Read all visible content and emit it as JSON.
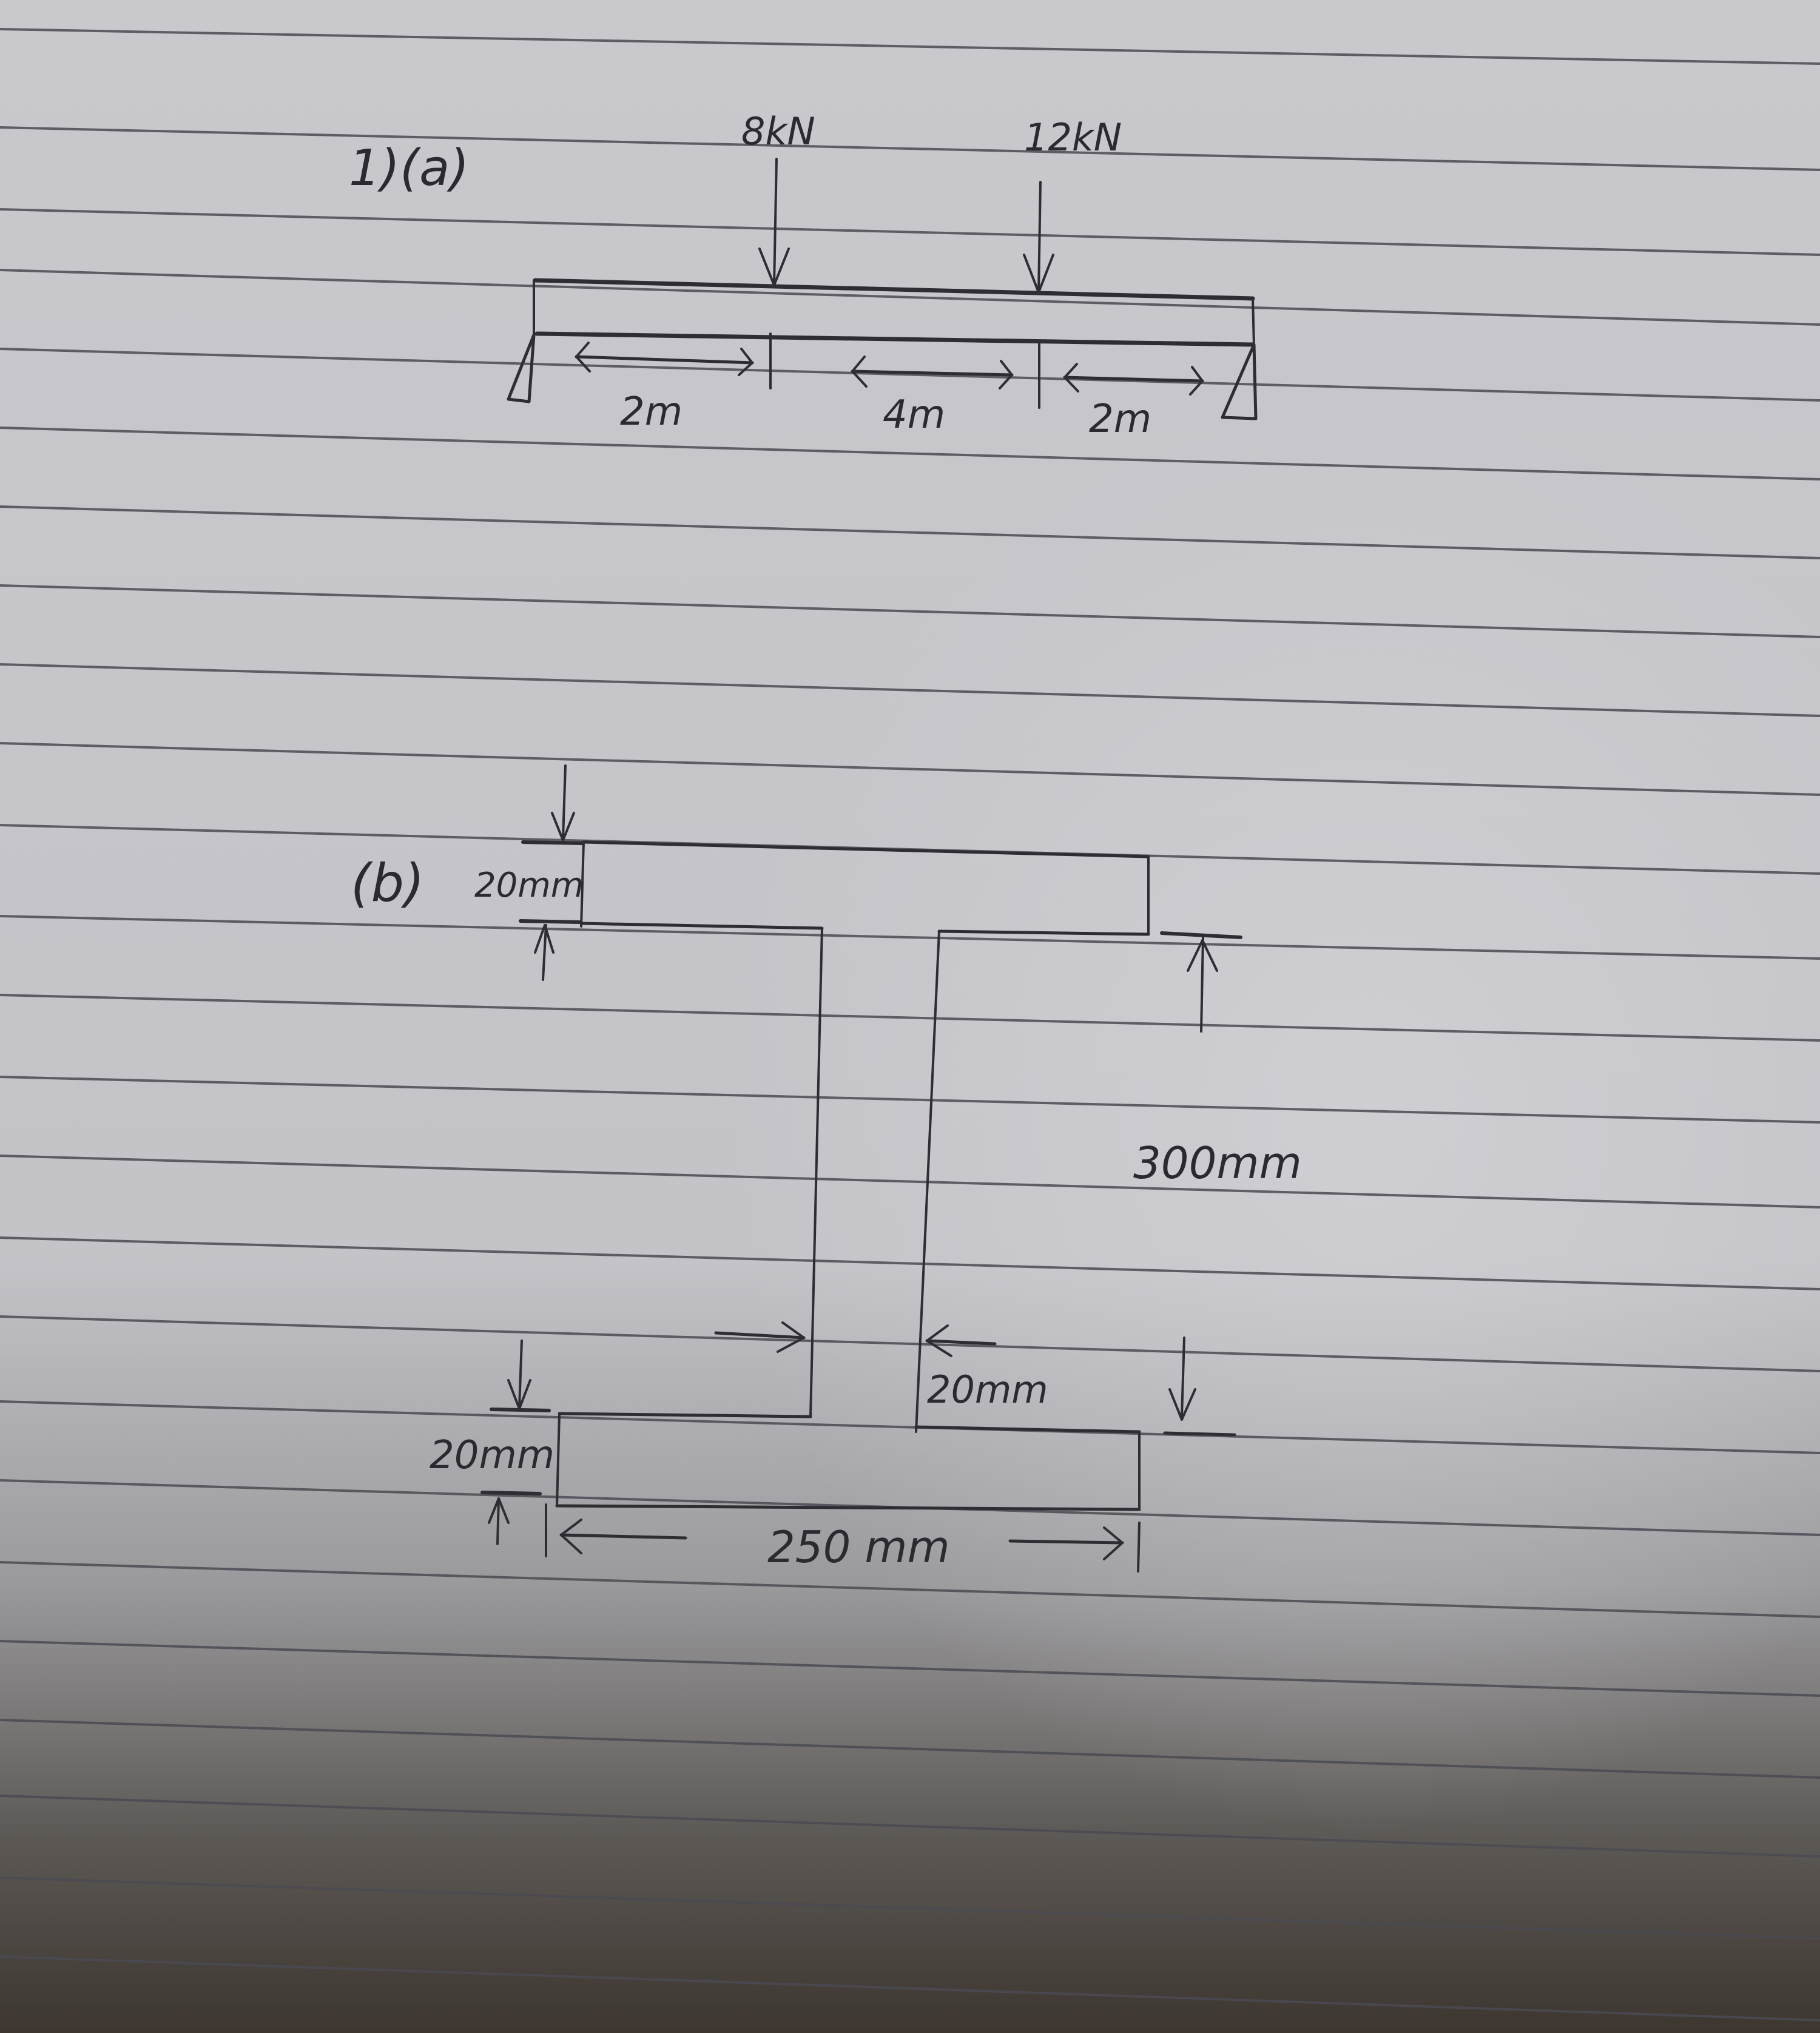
{
  "page": {
    "type": "lined notebook paper photo",
    "paper_color": "#c6c6cb",
    "shadow_color": "#3f3a33",
    "ink_color": "#2e2d33",
    "rule_color": "#4a4a52"
  },
  "part_a": {
    "label": "1)(a)",
    "loads": [
      {
        "label": "8kN",
        "position_from_left_m": 2
      },
      {
        "label": "12kN",
        "position_from_left_m": 6
      }
    ],
    "supports": [
      "left pin (triangle)",
      "right pin (triangle)"
    ],
    "spans": [
      {
        "label": "2m"
      },
      {
        "label": "4m"
      },
      {
        "label": "2m"
      }
    ]
  },
  "part_b": {
    "label": "(b)",
    "section": "I-section",
    "dimensions": {
      "top_flange_thickness": "20mm",
      "web_height": "300mm",
      "web_thickness": "20mm",
      "bottom_flange_thickness": "20mm",
      "flange_width": "250 mm"
    }
  }
}
